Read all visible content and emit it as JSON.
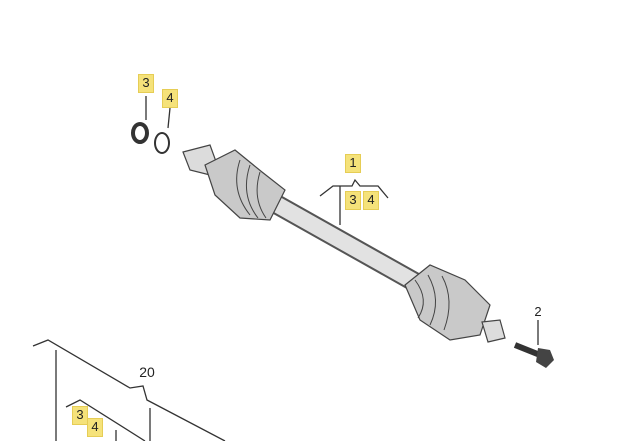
{
  "diagram": {
    "callouts": {
      "seal_top_3": "3",
      "seal_top_4": "4",
      "shaft_1": "1",
      "shaft_3": "3",
      "shaft_4": "4",
      "bolt_2": "2",
      "assembly_20": "20",
      "assembly_3": "3",
      "assembly_4": "4"
    },
    "colors": {
      "highlight": "#f5e27a",
      "line": "#333333",
      "part": "#bdbdbd"
    }
  }
}
